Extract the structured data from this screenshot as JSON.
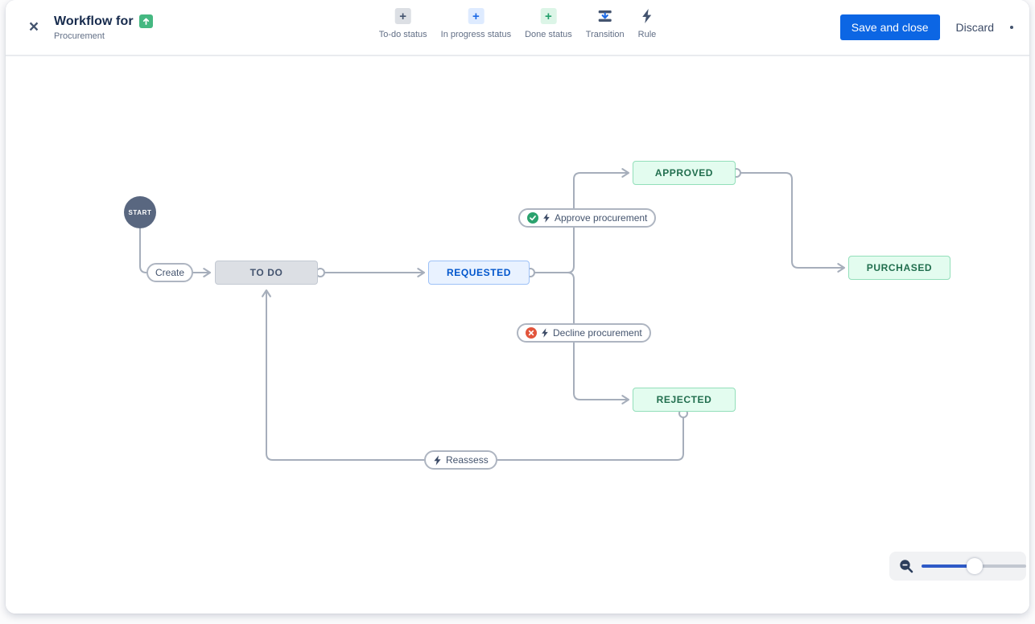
{
  "header": {
    "title": "Workflow for",
    "subtitle": "Procurement",
    "toolbar": [
      {
        "label": "To-do status",
        "glyph": "+"
      },
      {
        "label": "In progress status",
        "glyph": "+"
      },
      {
        "label": "Done status",
        "glyph": "+"
      },
      {
        "label": "Transition"
      },
      {
        "label": "Rule"
      }
    ],
    "actions": {
      "save": "Save and close",
      "discard": "Discard"
    }
  },
  "icons": {
    "close_glyph": "×",
    "title_badge": "arrow-up-square",
    "transition": "transition-arrows",
    "rule": "lightning-bolt",
    "approve_badge": "check-circle",
    "decline_badge": "cross-circle",
    "reassess_badge": "lightning-bolt",
    "zoom_out": "magnifier-minus"
  },
  "diagram": {
    "start_label": "START",
    "statuses": [
      {
        "id": "todo",
        "label": "TO DO",
        "category": "todo"
      },
      {
        "id": "requested",
        "label": "REQUESTED",
        "category": "in-progress"
      },
      {
        "id": "approved",
        "label": "APPROVED",
        "category": "done"
      },
      {
        "id": "rejected",
        "label": "REJECTED",
        "category": "done"
      },
      {
        "id": "purchased",
        "label": "PURCHASED",
        "category": "done"
      }
    ],
    "transitions": [
      {
        "id": "create",
        "label": "Create"
      },
      {
        "id": "approve",
        "label": "Approve procurement"
      },
      {
        "id": "decline",
        "label": "Decline procurement"
      },
      {
        "id": "reassess",
        "label": "Reassess"
      }
    ]
  },
  "colors": {
    "accent_blue": "#0C66E4",
    "todo_bg": "#DCDFE4",
    "in_progress_bg": "#E9F2FF",
    "in_progress_text": "#0055CC",
    "done_bg": "#E3FCEF",
    "done_text": "#216E4E",
    "edge_gray": "#A6AEBB",
    "success_green": "#2BA26E",
    "danger_orange": "#E2553C",
    "start_node": "#596780"
  }
}
